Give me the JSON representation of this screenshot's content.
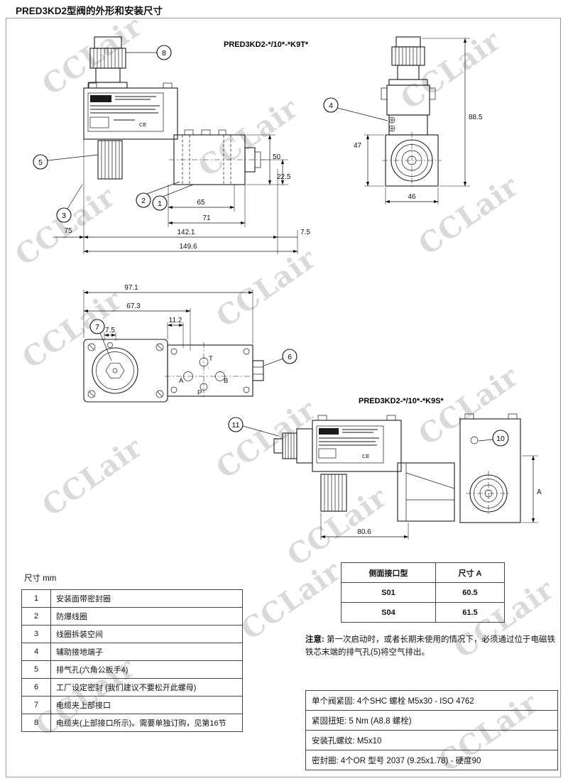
{
  "page": {
    "title": "PRED3KD2型阀的外形和安装尺寸",
    "watermark": "CCLair"
  },
  "models": {
    "k9t": "PRED3KD2-*/10*-*K9T*",
    "k9s": "PRED3KD2-*/10*-*K9S*"
  },
  "callouts": {
    "c1": "1",
    "c2": "2",
    "c3": "3",
    "c4": "4",
    "c5": "5",
    "c6": "6",
    "c7": "7",
    "c8": "8",
    "c10": "10",
    "c11": "11"
  },
  "dims": {
    "d50": "50",
    "d22_5": "22.5",
    "d65": "65",
    "d71": "71",
    "d142_1": "142.1",
    "d149_6": "149.6",
    "d75": "75",
    "d7_5": "7.5",
    "d88_5": "88.5",
    "d47": "47",
    "d46": "46",
    "d97_1": "97.1",
    "d67_3": "67.3",
    "d11_2": "11.2",
    "d80_6": "80.6",
    "dA": "A"
  },
  "ports": {
    "a": "A",
    "b": "B",
    "p": "P",
    "t": "T"
  },
  "plate": {
    "ce": "CE"
  },
  "units_label": "尺寸 mm",
  "legend": {
    "rows": [
      {
        "num": "1",
        "text": "安装面带密封圈"
      },
      {
        "num": "2",
        "text": "防爆线圈"
      },
      {
        "num": "3",
        "text": "线圈拆装空间"
      },
      {
        "num": "4",
        "text": "辅助接地端子"
      },
      {
        "num": "5",
        "text": "排气孔(六角公扳手4)"
      },
      {
        "num": "6",
        "text": "工厂设定密封 (我们建议不要松开此螺母)"
      },
      {
        "num": "7",
        "text": "电缆夹上部接口"
      },
      {
        "num": "8",
        "text": "电缆夹(上部接口所示)。需要单独订购，见第16节"
      }
    ]
  },
  "side_table": {
    "col_type": "侧面接口型",
    "col_a": "尺寸 A",
    "rows": [
      {
        "type": "S01",
        "a": "60.5"
      },
      {
        "type": "S04",
        "a": "61.5"
      }
    ]
  },
  "note": {
    "label": "注意:",
    "text": " 第一次启动时，或者长期未使用的情况下，必须通过位于电磁铁铁芯末端的排气孔(5)将空气排出。"
  },
  "specs": {
    "rows": [
      "单个阀紧固:  4个SHC 螺栓 M5x30 - ISO 4762",
      "紧固扭矩:  5 Nm (A8.8 螺栓)",
      "安装孔螺纹:  M5x10",
      "密封圈:  4个OR 型号 2037 (9.25x1.78) - 硬度90"
    ]
  }
}
